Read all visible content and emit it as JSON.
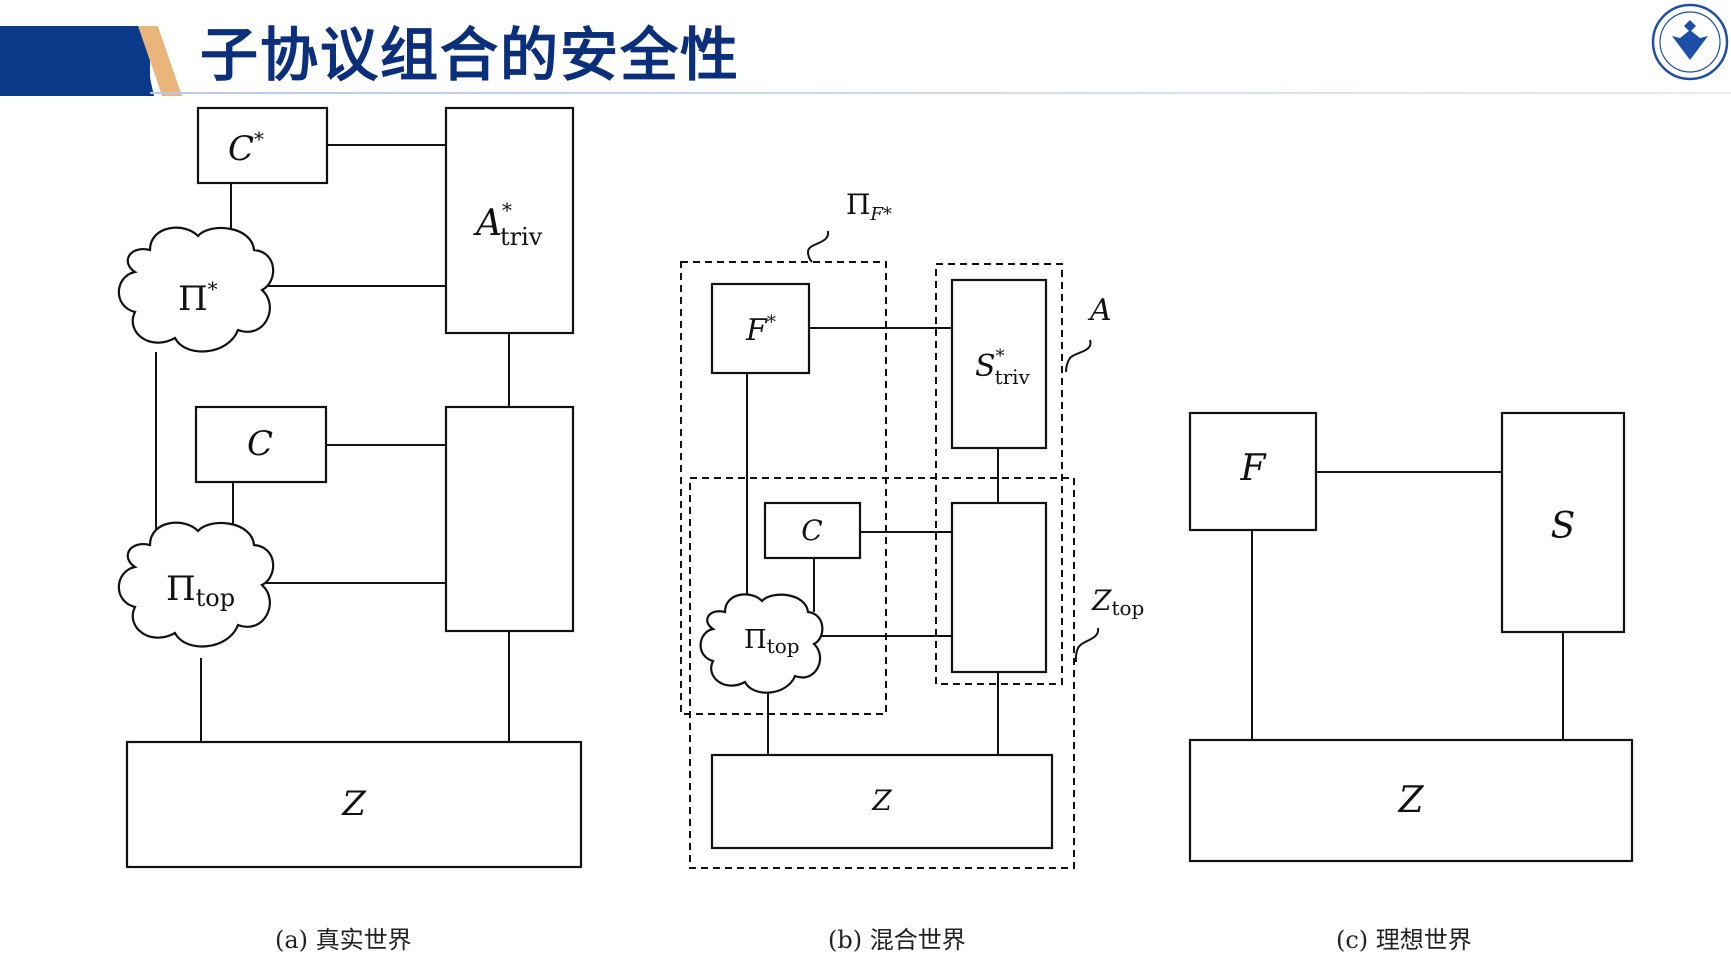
{
  "slide": {
    "title": "子协议组合的安全性",
    "colors": {
      "title": "#0b2f7a",
      "band_blue": "#0b3a8a",
      "band_gold": "#e9b57a"
    },
    "logo_icon": "zhejiang-university-seal-icon"
  },
  "panels": {
    "a": {
      "caption": "(a) 真实世界",
      "c_star": {
        "main": "C",
        "sup": "*"
      },
      "a_triv": {
        "main": "A",
        "sup": "*",
        "sub": "triv"
      },
      "pi_star": {
        "main": "Π",
        "sup": "*"
      },
      "c": {
        "main": "C"
      },
      "pi_top": {
        "main": "Π",
        "sub": "top"
      },
      "z": {
        "main": "Z"
      }
    },
    "b": {
      "caption": "(b) 混合世界",
      "pi_f_star": {
        "main": "Π",
        "sub": "F*"
      },
      "f_star": {
        "main": "F",
        "sup": "*"
      },
      "s_triv": {
        "main": "S",
        "sup": "*",
        "sub": "triv"
      },
      "a": {
        "main": "A"
      },
      "c": {
        "main": "C"
      },
      "pi_top": {
        "main": "Π",
        "sub": "top"
      },
      "z_top": {
        "main": "Z",
        "sub": "top"
      },
      "z": {
        "main": "Z"
      }
    },
    "c": {
      "caption": "(c) 理想世界",
      "f": {
        "main": "F"
      },
      "s": {
        "main": "S"
      },
      "z": {
        "main": "Z"
      }
    }
  }
}
